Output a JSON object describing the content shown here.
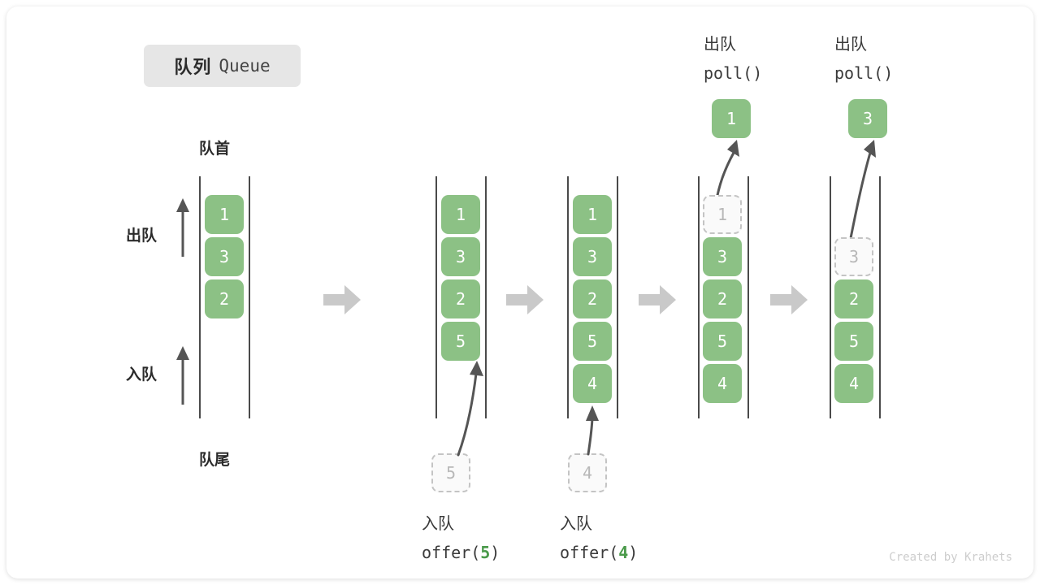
{
  "title": {
    "cn": "队列",
    "en": "Queue"
  },
  "colors": {
    "cell_fill": "#8cc185",
    "cell_text": "#ffffff",
    "ghost_fill": "#fafafa",
    "ghost_border": "#c4c4c4",
    "ghost_text": "#b8b8b8",
    "rail": "#4a4a4a",
    "flow_arrow": "#c9c9c9",
    "accent_green": "#4a9a4a",
    "label": "#2b2b2b",
    "chip_bg": "#e6e6e6",
    "credit": "#cdcdcd",
    "card_bg": "#ffffff"
  },
  "annotations": {
    "head": "队首",
    "tail": "队尾",
    "dequeue_side": "出队",
    "enqueue_side": "入队"
  },
  "credit": "Created by Krahets",
  "stages": [
    {
      "id": "initial",
      "cells": [
        {
          "value": "1",
          "state": "filled"
        },
        {
          "value": "3",
          "state": "filled"
        },
        {
          "value": "2",
          "state": "filled"
        }
      ]
    },
    {
      "id": "after-offer-5",
      "caption": {
        "cn": "入队",
        "code_prefix": "offer(",
        "code_value": "5",
        "code_suffix": ")"
      },
      "incoming": {
        "value": "5"
      },
      "cells": [
        {
          "value": "1",
          "state": "filled"
        },
        {
          "value": "3",
          "state": "filled"
        },
        {
          "value": "2",
          "state": "filled"
        },
        {
          "value": "5",
          "state": "filled"
        }
      ]
    },
    {
      "id": "after-offer-4",
      "caption": {
        "cn": "入队",
        "code_prefix": "offer(",
        "code_value": "4",
        "code_suffix": ")"
      },
      "incoming": {
        "value": "4"
      },
      "cells": [
        {
          "value": "1",
          "state": "filled"
        },
        {
          "value": "3",
          "state": "filled"
        },
        {
          "value": "2",
          "state": "filled"
        },
        {
          "value": "5",
          "state": "filled"
        },
        {
          "value": "4",
          "state": "filled"
        }
      ]
    },
    {
      "id": "after-poll-1",
      "header": {
        "cn": "出队",
        "code": "poll()"
      },
      "outgoing": {
        "value": "1"
      },
      "cells": [
        {
          "value": "1",
          "state": "ghost"
        },
        {
          "value": "3",
          "state": "filled"
        },
        {
          "value": "2",
          "state": "filled"
        },
        {
          "value": "5",
          "state": "filled"
        },
        {
          "value": "4",
          "state": "filled"
        }
      ]
    },
    {
      "id": "after-poll-3",
      "header": {
        "cn": "出队",
        "code": "poll()"
      },
      "outgoing": {
        "value": "3"
      },
      "cells": [
        {
          "value": "3",
          "state": "ghost"
        },
        {
          "value": "2",
          "state": "filled"
        },
        {
          "value": "5",
          "state": "filled"
        },
        {
          "value": "4",
          "state": "filled"
        }
      ]
    }
  ]
}
